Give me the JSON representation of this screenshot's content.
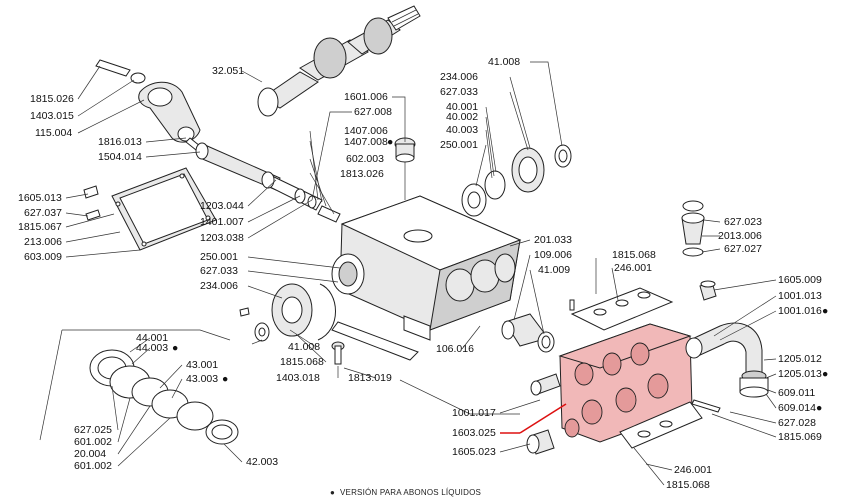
{
  "diagram": {
    "marker_symbol": "●",
    "footnote": "VERSIÓN PARA ABONOS LÍQUIDOS",
    "highlight_color": "#d11111",
    "manifold_color": "#f1b8b8",
    "labels": [
      {
        "id": "l-32051",
        "text": "32.051"
      },
      {
        "id": "l-1815026",
        "text": "1815.026"
      },
      {
        "id": "l-1403015",
        "text": "1403.015"
      },
      {
        "id": "l-115004",
        "text": "115.004"
      },
      {
        "id": "l-1816013",
        "text": "1816.013"
      },
      {
        "id": "l-1504014",
        "text": "1504.014"
      },
      {
        "id": "l-1605013",
        "text": "1605.013"
      },
      {
        "id": "l-627037",
        "text": "627.037"
      },
      {
        "id": "l-1815067",
        "text": "1815.067"
      },
      {
        "id": "l-213006",
        "text": "213.006"
      },
      {
        "id": "l-603009",
        "text": "603.009"
      },
      {
        "id": "l-1601006",
        "text": "1601.006"
      },
      {
        "id": "l-627008",
        "text": "627.008"
      },
      {
        "id": "l-1407006",
        "text": "1407.006"
      },
      {
        "id": "l-1407008",
        "text": "1407.008",
        "marked": true
      },
      {
        "id": "l-602003",
        "text": "602.003"
      },
      {
        "id": "l-1813026",
        "text": "1813.026"
      },
      {
        "id": "l-1203044",
        "text": "1203.044"
      },
      {
        "id": "l-1401007",
        "text": "1401.007"
      },
      {
        "id": "l-1203038",
        "text": "1203.038"
      },
      {
        "id": "l-250001a",
        "text": "250.001"
      },
      {
        "id": "l-627033a",
        "text": "627.033"
      },
      {
        "id": "l-234006a",
        "text": "234.006"
      },
      {
        "id": "l-41008a",
        "text": "41.008"
      },
      {
        "id": "l-234006b",
        "text": "234.006"
      },
      {
        "id": "l-627033b",
        "text": "627.033"
      },
      {
        "id": "l-40001",
        "text": "40.001"
      },
      {
        "id": "l-40002",
        "text": "40.002"
      },
      {
        "id": "l-40003",
        "text": "40.003"
      },
      {
        "id": "l-250001b",
        "text": "250.001"
      },
      {
        "id": "l-201033",
        "text": "201.033"
      },
      {
        "id": "l-109006",
        "text": "109.006"
      },
      {
        "id": "l-41009",
        "text": "41.009"
      },
      {
        "id": "l-1815068a",
        "text": "1815.068"
      },
      {
        "id": "l-246001a",
        "text": "246.001"
      },
      {
        "id": "l-627023",
        "text": "627.023"
      },
      {
        "id": "l-2013006",
        "text": "2013.006"
      },
      {
        "id": "l-627027",
        "text": "627.027"
      },
      {
        "id": "l-1605009",
        "text": "1605.009"
      },
      {
        "id": "l-1001013",
        "text": "1001.013"
      },
      {
        "id": "l-1001016",
        "text": "1001.016",
        "marked": true
      },
      {
        "id": "l-1205012",
        "text": "1205.012"
      },
      {
        "id": "l-1205013",
        "text": "1205.013",
        "marked": true
      },
      {
        "id": "l-609011",
        "text": "609.011"
      },
      {
        "id": "l-609014",
        "text": "609.014",
        "marked": true
      },
      {
        "id": "l-627028",
        "text": "627.028"
      },
      {
        "id": "l-1815069",
        "text": "1815.069"
      },
      {
        "id": "l-246001b",
        "text": "246.001"
      },
      {
        "id": "l-1815068b",
        "text": "1815.068"
      },
      {
        "id": "l-1605023",
        "text": "1605.023"
      },
      {
        "id": "l-1603025",
        "text": "1603.025"
      },
      {
        "id": "l-1001017",
        "text": "1001.017"
      },
      {
        "id": "l-41008b",
        "text": "41.008"
      },
      {
        "id": "l-1815068c",
        "text": "1815.068"
      },
      {
        "id": "l-1403018",
        "text": "1403.018"
      },
      {
        "id": "l-1813019",
        "text": "1813.019"
      },
      {
        "id": "l-106016",
        "text": "106.016"
      },
      {
        "id": "l-44001",
        "text": "44.001"
      },
      {
        "id": "l-44003",
        "text": "44.003",
        "marked": true
      },
      {
        "id": "l-43001",
        "text": "43.001"
      },
      {
        "id": "l-43003",
        "text": "43.003",
        "marked": true
      },
      {
        "id": "l-627025",
        "text": "627.025"
      },
      {
        "id": "l-601002a",
        "text": "601.002"
      },
      {
        "id": "l-20004",
        "text": "20.004"
      },
      {
        "id": "l-601002b",
        "text": "601.002"
      },
      {
        "id": "l-42003",
        "text": "42.003"
      }
    ]
  }
}
